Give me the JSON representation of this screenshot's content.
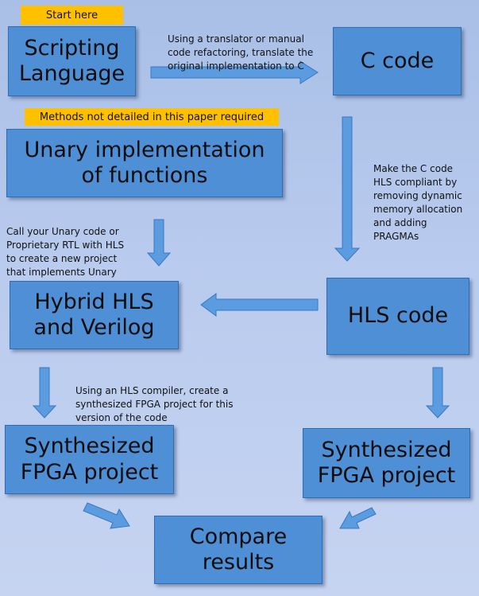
{
  "tags": {
    "start": "Start here",
    "methods": "Methods not detailed in this paper required"
  },
  "boxes": {
    "scripting": "Scripting\nLanguage",
    "c_code": "C code",
    "unary": "Unary implementation\nof functions",
    "hybrid": "Hybrid HLS\nand Verilog",
    "hls_code": "HLS code",
    "synth_left": "Synthesized\nFPGA project",
    "synth_right": "Synthesized\nFPGA project",
    "compare": "Compare\nresults"
  },
  "notes": {
    "translate": "Using a translator or manual\ncode refactoring, translate the\noriginal implementation to C",
    "hls_compliant": "Make the C code\nHLS compliant by\nremoving dynamic\nmemory allocation\nand adding\nPRAGMAs",
    "call_unary": "Call your Unary code or\nProprietary RTL with HLS\nto create a new project\nthat implements Unary",
    "compile": "Using an HLS compiler, create a\nsynthesized FPGA project for this\nversion of the code"
  },
  "colors": {
    "box_fill": "#4f8fd6",
    "box_border": "#2f6db3",
    "tag_fill": "#ffc000",
    "arrow_fill": "#5b9be0"
  }
}
